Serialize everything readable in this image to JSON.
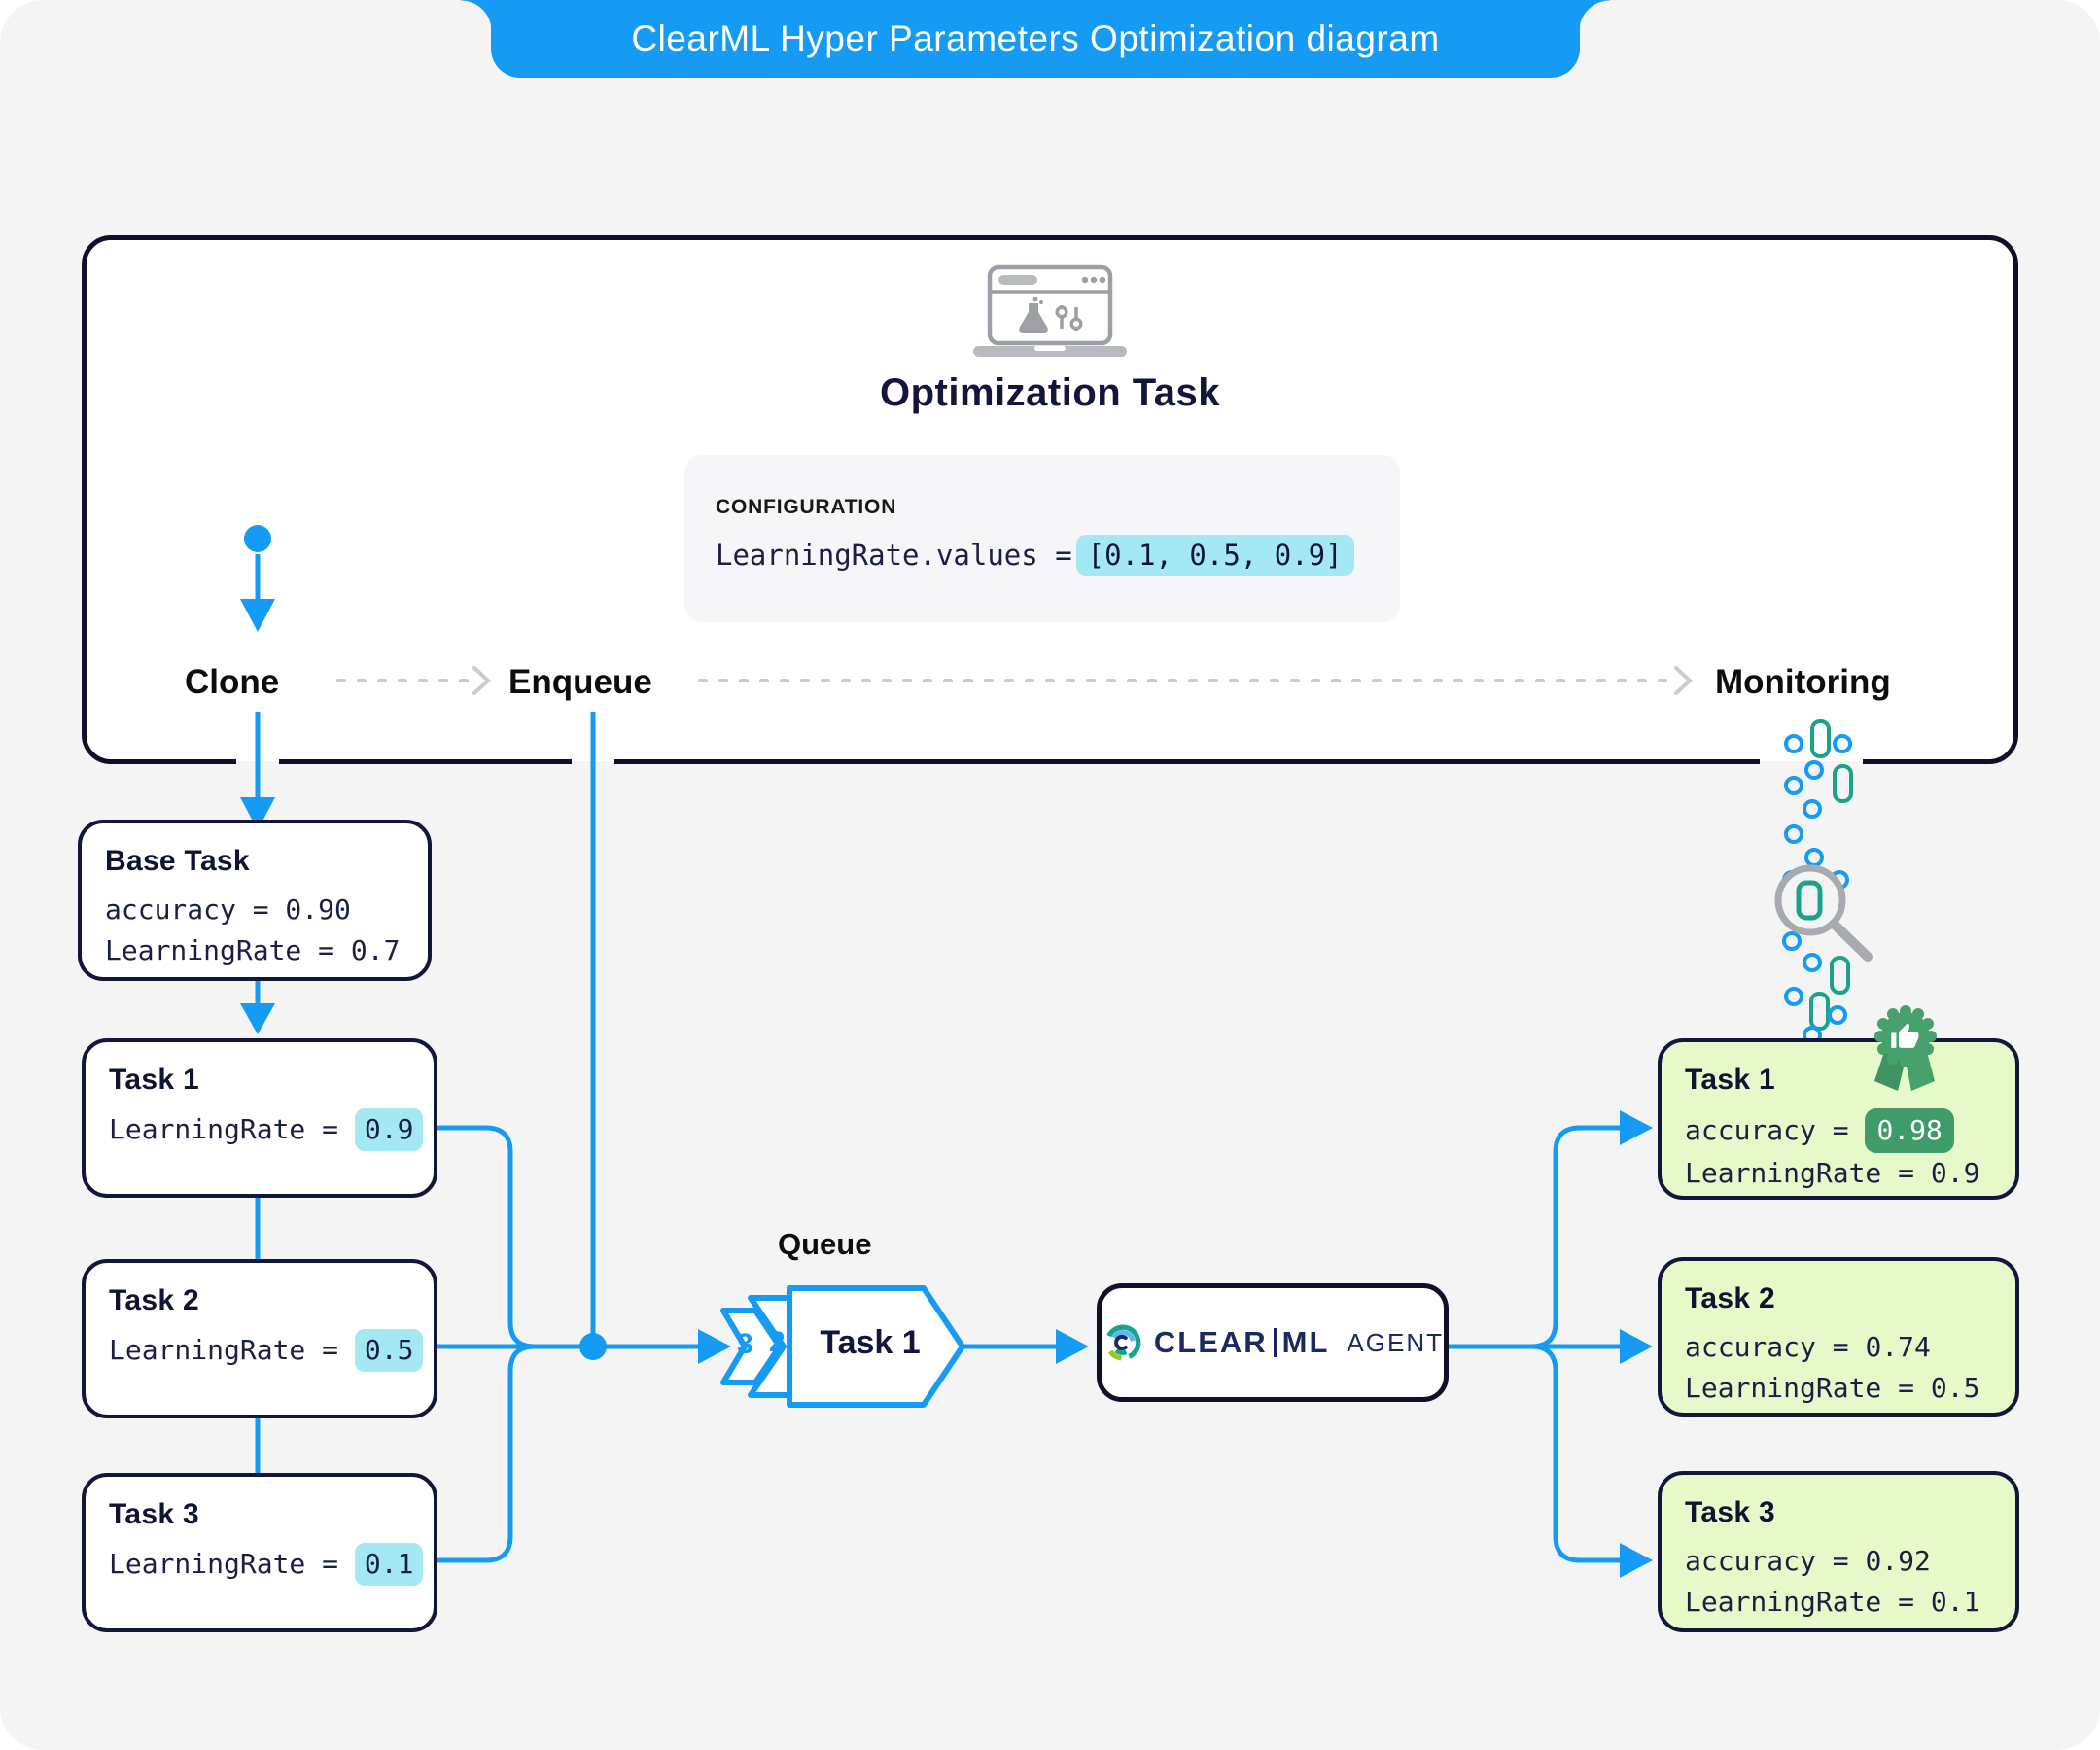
{
  "banner": {
    "title": "ClearML Hyper Parameters Optimization diagram"
  },
  "optimization_task": {
    "title": "Optimization Task"
  },
  "configuration": {
    "label": "CONFIGURATION",
    "code_prefix": "LearningRate.values = ",
    "code_values": "[0.1, 0.5, 0.9]"
  },
  "workflow": {
    "clone": "Clone",
    "enqueue": "Enqueue",
    "monitoring": "Monitoring"
  },
  "base_task": {
    "title": "Base Task",
    "accuracy_line": "accuracy = 0.90",
    "learning_rate_line": "LearningRate = 0.7"
  },
  "left_tasks": [
    {
      "title": "Task 1",
      "param_prefix": "LearningRate = ",
      "param_value": "0.9"
    },
    {
      "title": "Task 2",
      "param_prefix": "LearningRate = ",
      "param_value": "0.5"
    },
    {
      "title": "Task 3",
      "param_prefix": "LearningRate = ",
      "param_value": "0.1"
    }
  ],
  "queue": {
    "label": "Queue",
    "position_badges": [
      "3",
      "2"
    ],
    "head_task": "Task 1"
  },
  "agent": {
    "brand_left": "CLEAR",
    "brand_right": "ML",
    "label": "AGENT"
  },
  "right_tasks": [
    {
      "title": "Task 1",
      "accuracy_prefix": "accuracy = ",
      "accuracy_value": "0.98",
      "learning_rate_line": "LearningRate = 0.9"
    },
    {
      "title": "Task 2",
      "accuracy_prefix": "accuracy = ",
      "accuracy_value": "0.74",
      "learning_rate_line": "LearningRate = 0.5"
    },
    {
      "title": "Task 3",
      "accuracy_prefix": "accuracy = ",
      "accuracy_value": "0.92",
      "learning_rate_line": "LearningRate = 0.1"
    }
  ],
  "icons": {
    "laptop": "laptop-experiment-icon",
    "magnifier": "monitoring-magnifier-icon",
    "badge": "best-result-badge-icon"
  },
  "colors": {
    "accent_blue": "#159BF3",
    "navy": "#12163A",
    "cyan_highlight": "#A4E8F4",
    "result_green_bg": "#E7F8C9",
    "best_pill_green": "#3F9C69",
    "badge_green": "#47A16C",
    "teal_green": "#1BA389",
    "dash_gray": "#C9CBCE",
    "icon_gray": "#9CA0A6",
    "background_gray": "#F4F4F5"
  }
}
